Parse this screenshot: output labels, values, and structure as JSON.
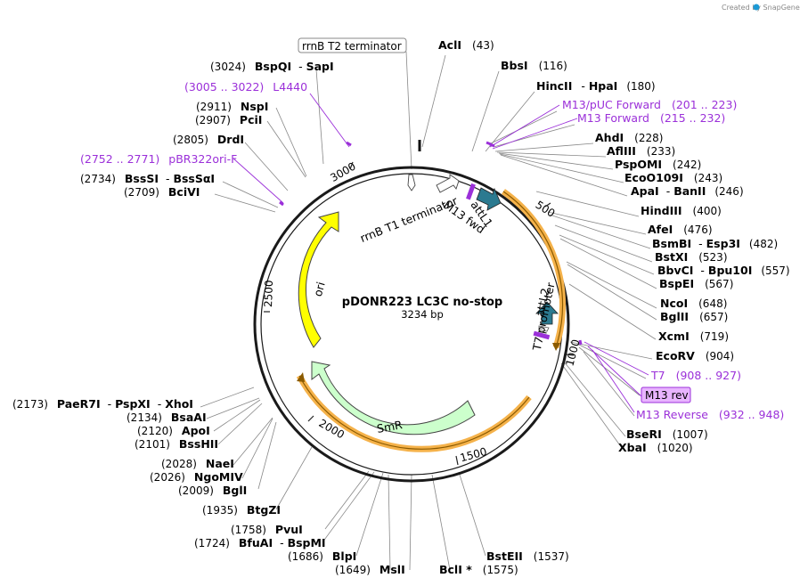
{
  "credit": "Created by SnapGene",
  "plasmid": {
    "name": "pDONR223 LC3C no-stop",
    "size": "3234 bp"
  },
  "ticks": [
    "500",
    "1000",
    "1500",
    "2000",
    "2500",
    "3000"
  ],
  "feature_labels": {
    "ori": "ori",
    "smr": "SmR",
    "rrnb_t1": "rrnB T1 terminator",
    "m13_fwd": "M13 fwd",
    "attl1": "attL1",
    "t7_promoter": "T7 promoter",
    "attl2": "attL2",
    "rrnb_t2": "rrnB T2 terminator",
    "m13_rev_box": "M13 rev"
  },
  "right_sites": [
    {
      "name": "AclI",
      "pos": "(43)"
    },
    {
      "name": "BbsI",
      "pos": "(116)"
    },
    {
      "name": "HincII",
      "name2": "HpaI",
      "pos": "(180)"
    },
    {
      "name": "M13/pUC Forward",
      "pos": "(201 .. 223)",
      "primer": true
    },
    {
      "name": "M13 Forward",
      "pos": "(215 .. 232)",
      "primer": true
    },
    {
      "name": "AhdI",
      "pos": "(228)"
    },
    {
      "name": "AflIII",
      "pos": "(233)"
    },
    {
      "name": "PspOMI",
      "pos": "(242)"
    },
    {
      "name": "EcoO109I",
      "pos": "(243)"
    },
    {
      "name": "ApaI",
      "name2": "BanII",
      "pos": "(246)"
    },
    {
      "name": "HindIII",
      "pos": "(400)"
    },
    {
      "name": "AfeI",
      "pos": "(476)"
    },
    {
      "name": "BsmBI",
      "name2": "Esp3I",
      "pos": "(482)"
    },
    {
      "name": "BstXI",
      "pos": "(523)"
    },
    {
      "name": "BbvCI",
      "name2": "Bpu10I",
      "pos": "(557)"
    },
    {
      "name": "BspEI",
      "pos": "(567)"
    },
    {
      "name": "NcoI",
      "pos": "(648)"
    },
    {
      "name": "BglII",
      "pos": "(657)"
    },
    {
      "name": "XcmI",
      "pos": "(719)"
    },
    {
      "name": "EcoRV",
      "pos": "(904)"
    },
    {
      "name": "T7",
      "pos": "(908 .. 927)",
      "primer": true
    },
    {
      "name": "M13 Reverse",
      "pos": "(932 .. 948)",
      "primer": true
    },
    {
      "name": "BseRI",
      "pos": "(1007)"
    },
    {
      "name": "XbaI",
      "pos": "(1020)"
    },
    {
      "name": "BstEII",
      "pos": "(1537)"
    }
  ],
  "left_sites": [
    {
      "name": "BspQI",
      "name2": "SapI",
      "pos": "(3024)"
    },
    {
      "name": "L4440",
      "pos": "(3005 .. 3022)",
      "primer": true
    },
    {
      "name": "NspI",
      "pos": "(2911)"
    },
    {
      "name": "PciI",
      "pos": "(2907)"
    },
    {
      "name": "DrdI",
      "pos": "(2805)"
    },
    {
      "name": "pBR322ori-F",
      "pos": "(2752 .. 2771)",
      "primer": true
    },
    {
      "name": "BssSI",
      "name2": "BssSαI",
      "pos": "(2734)"
    },
    {
      "name": "BciVI",
      "pos": "(2709)"
    },
    {
      "name": "PaeR7I",
      "name2": "PspXI",
      "name3": "XhoI",
      "pos": "(2173)"
    },
    {
      "name": "BsaAI",
      "pos": "(2134)"
    },
    {
      "name": "ApoI",
      "pos": "(2120)"
    },
    {
      "name": "BssHII",
      "pos": "(2101)"
    },
    {
      "name": "NaeI",
      "pos": "(2028)"
    },
    {
      "name": "NgoMIV",
      "pos": "(2026)"
    },
    {
      "name": "BglI",
      "pos": "(2009)"
    },
    {
      "name": "BtgZI",
      "pos": "(1935)"
    },
    {
      "name": "PvuI",
      "pos": "(1758)"
    },
    {
      "name": "BfuAI",
      "name2": "BspMI",
      "pos": "(1724)"
    },
    {
      "name": "BlpI",
      "pos": "(1686)"
    },
    {
      "name": "MslI",
      "pos": "(1649)"
    },
    {
      "name": "BclI *",
      "pos": "(1575)"
    }
  ],
  "colors": {
    "ring": "#1a1a1a",
    "primer": "#9b30d9",
    "ori": "#ffff00",
    "smr": "#ccffcc",
    "att": "#2b7a90",
    "orange": "#f5b24a",
    "primer_box": "#e8b4ff"
  }
}
